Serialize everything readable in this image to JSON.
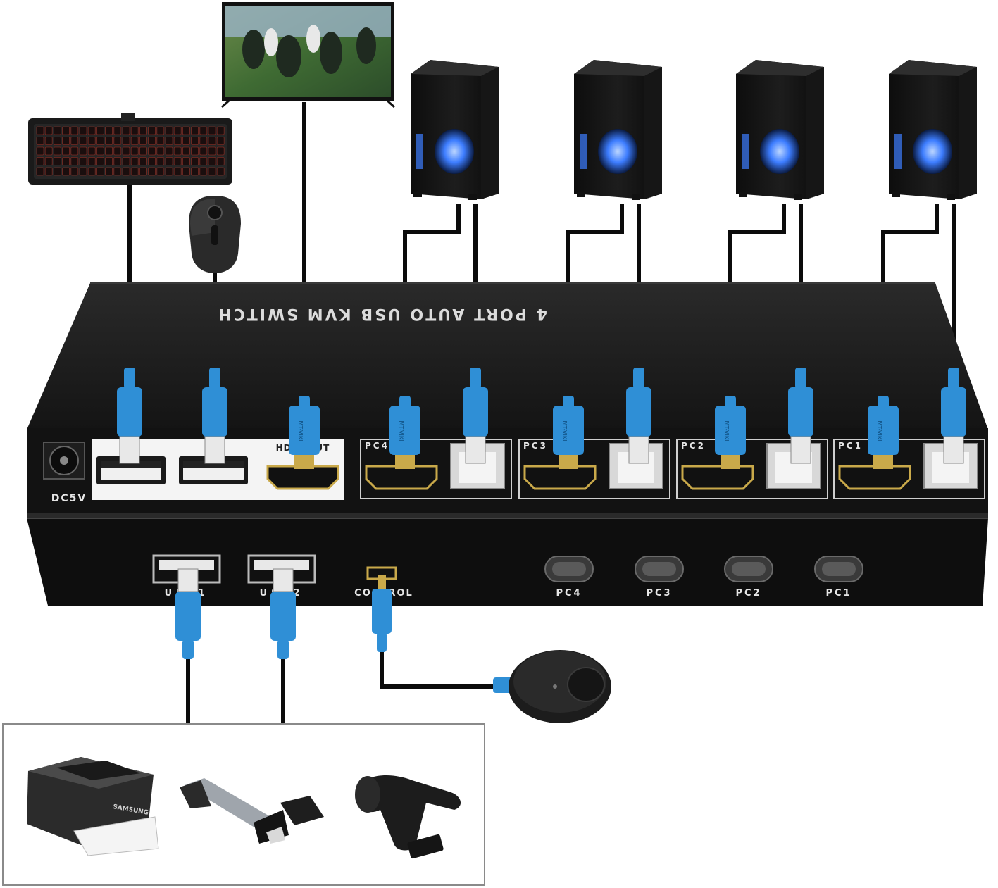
{
  "switch_title": "4 PORT AUTO USB KVM SWITCH",
  "rear": {
    "power_label": "DC5V",
    "hdmi_out_label": "HDMI OUT",
    "pc_group_labels": [
      "PC4",
      "PC3",
      "PC2",
      "PC1"
    ]
  },
  "front": {
    "usb_port_labels": [
      "USB1",
      "USB2"
    ],
    "control_label": "CONTROL",
    "button_labels": [
      "PC4",
      "PC3",
      "PC2",
      "PC1"
    ]
  },
  "cable_brand": "MT-VIKI",
  "printer_brand": "SAMSUNG",
  "colors": {
    "cable_connector": "#2f8fd6",
    "switch_body": "#1c1c1c",
    "pc_led": "#3d7dff"
  }
}
